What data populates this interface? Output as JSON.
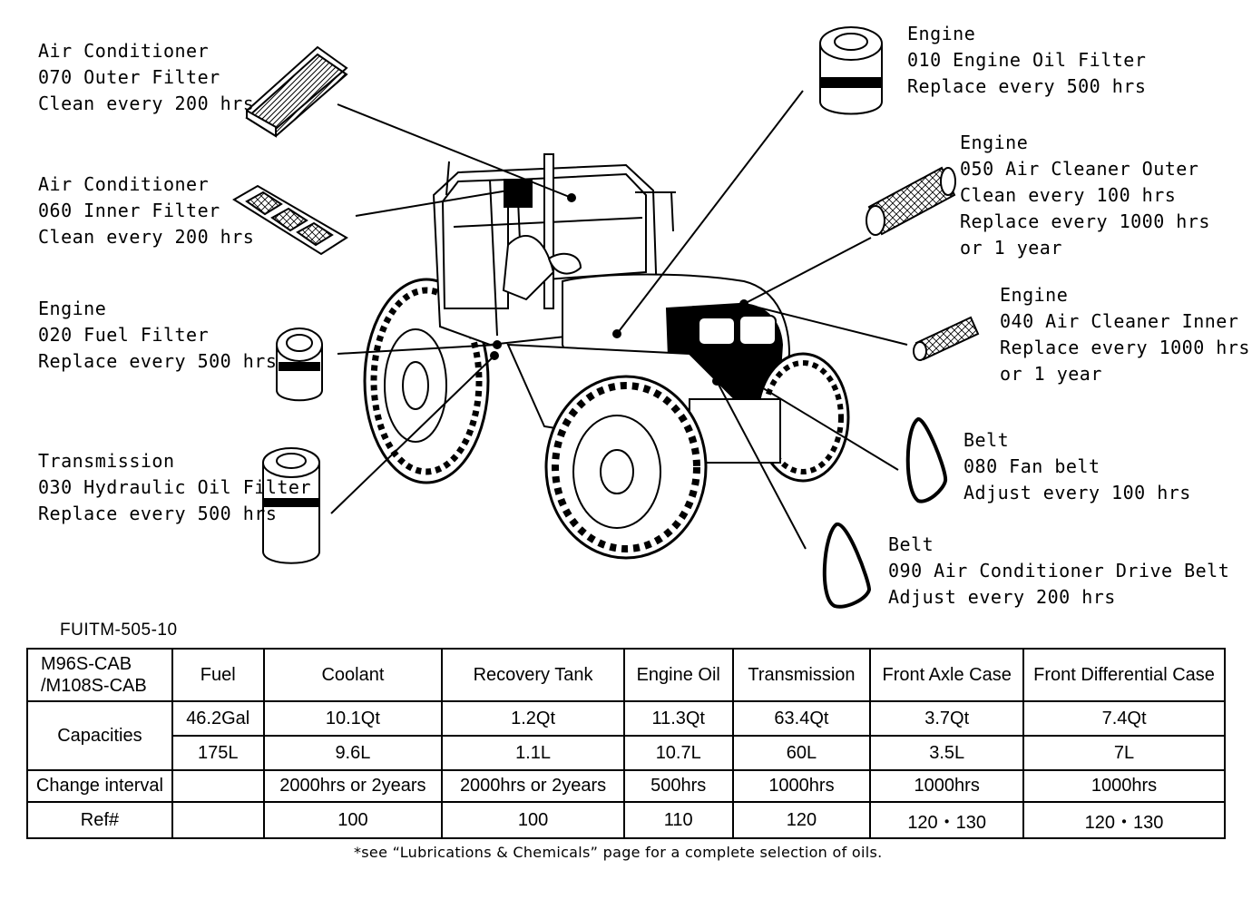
{
  "callouts": [
    {
      "lines": [
        "Air Conditioner",
        "070 Outer Filter",
        "Clean every 200 hrs"
      ]
    },
    {
      "lines": [
        "Air Conditioner",
        "060 Inner Filter",
        "Clean every 200 hrs"
      ]
    },
    {
      "lines": [
        "Engine",
        "020 Fuel Filter",
        "Replace every 500 hrs"
      ]
    },
    {
      "lines": [
        "Transmission",
        "030 Hydraulic Oil Filter",
        "Replace every 500 hrs"
      ]
    },
    {
      "lines": [
        "Engine",
        "010 Engine Oil Filter",
        "Replace every 500 hrs"
      ]
    },
    {
      "lines": [
        "Engine",
        "050 Air Cleaner Outer",
        "Clean every 100 hrs",
        "Replace every 1000 hrs",
        "or 1 year"
      ]
    },
    {
      "lines": [
        "Engine",
        "040 Air Cleaner Inner",
        "Replace every 1000 hrs",
        "or 1 year"
      ]
    },
    {
      "lines": [
        "Belt",
        "080 Fan belt",
        "Adjust every 100 hrs"
      ]
    },
    {
      "lines": [
        "Belt",
        "090 Air Conditioner Drive Belt",
        "Adjust every 200 hrs"
      ]
    }
  ],
  "doc_code": "FUITM-505-10",
  "table": {
    "model": [
      "M96S-CAB",
      "/M108S-CAB"
    ],
    "columns": [
      "Fuel",
      "Coolant",
      "Recovery Tank",
      "Engine Oil",
      "Transmission",
      "Front Axle Case",
      "Front Differential Case"
    ],
    "capacities_label": "Capacities",
    "capacities_us": [
      "46.2Gal",
      "10.1Qt",
      "1.2Qt",
      "11.3Qt",
      "63.4Qt",
      "3.7Qt",
      "7.4Qt"
    ],
    "capacities_metric": [
      "175L",
      "9.6L",
      "1.1L",
      "10.7L",
      "60L",
      "3.5L",
      "7L"
    ],
    "interval_label": "Change interval",
    "interval": [
      "",
      "2000hrs or 2years",
      "2000hrs or 2years",
      "500hrs",
      "1000hrs",
      "1000hrs",
      "1000hrs"
    ],
    "ref_label": "Ref#",
    "ref": [
      "",
      "100",
      "100",
      "110",
      "120",
      "120・130",
      "120・130"
    ]
  },
  "footnote": "*see “Lubrications & Chemicals” page for a complete selection of oils."
}
